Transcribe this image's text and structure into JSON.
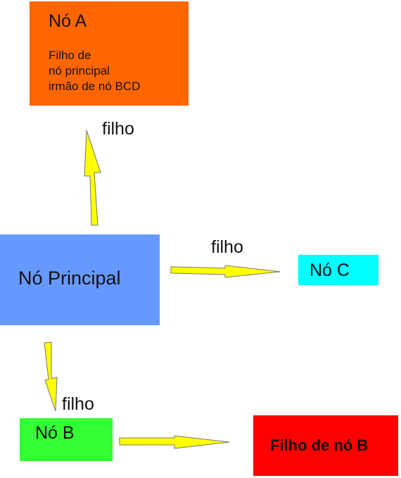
{
  "nodes": {
    "a": {
      "title": "Nó A",
      "desc": [
        "Filho de",
        "nó principal",
        "irmão de nó BCD"
      ],
      "color": "#ff6600"
    },
    "principal": {
      "title": "Nó Principal",
      "color": "#6699ff"
    },
    "c": {
      "title": "Nó C",
      "color": "#00ffff"
    },
    "b": {
      "title": "Nó B",
      "color": "#33ff33"
    },
    "child_b": {
      "title": "Filho de nó B",
      "color": "#ff0000"
    }
  },
  "edges": {
    "up_label": "filho",
    "right_label": "filho",
    "down_label": "filho",
    "arrow_color": "#ffff00"
  }
}
